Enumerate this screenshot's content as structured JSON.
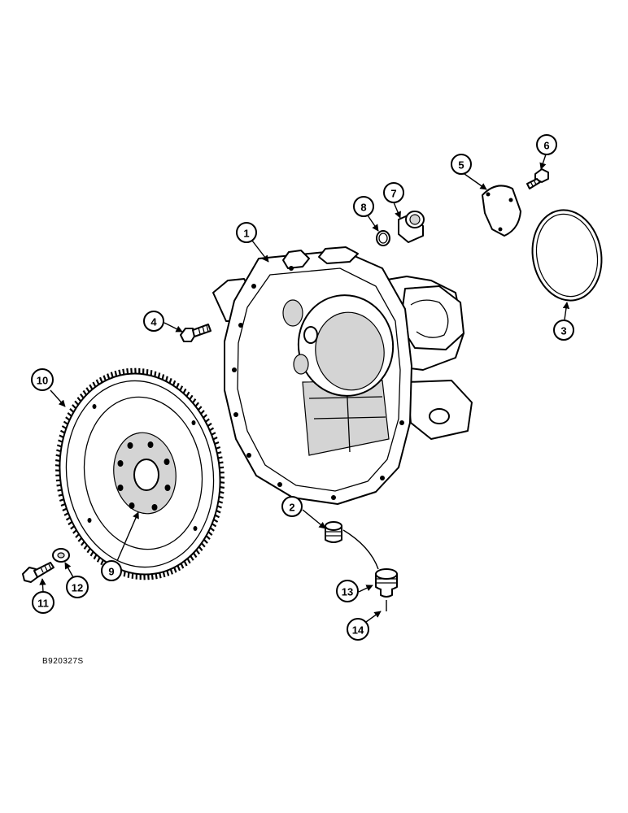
{
  "figure_code": "B920327S",
  "callouts": [
    {
      "id": "1",
      "label": "1"
    },
    {
      "id": "2",
      "label": "2"
    },
    {
      "id": "3",
      "label": "3"
    },
    {
      "id": "4",
      "label": "4"
    },
    {
      "id": "5",
      "label": "5"
    },
    {
      "id": "6",
      "label": "6"
    },
    {
      "id": "7",
      "label": "7"
    },
    {
      "id": "8",
      "label": "8"
    },
    {
      "id": "9",
      "label": "9"
    },
    {
      "id": "10",
      "label": "10"
    },
    {
      "id": "11",
      "label": "11"
    },
    {
      "id": "12",
      "label": "12"
    },
    {
      "id": "13",
      "label": "13"
    },
    {
      "id": "14",
      "label": "14"
    }
  ]
}
